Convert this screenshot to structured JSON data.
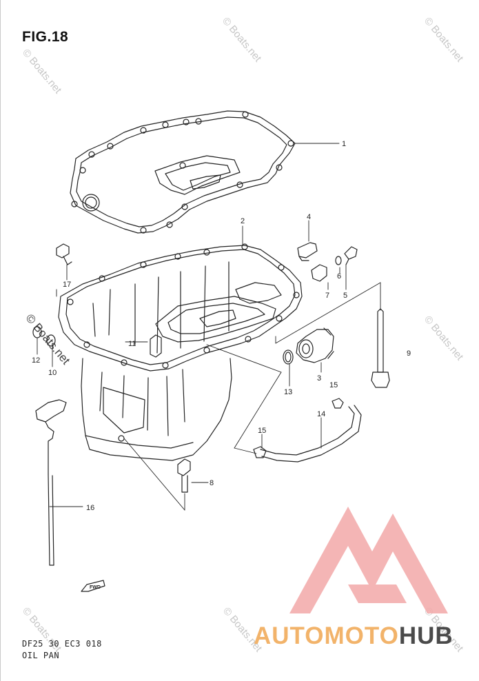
{
  "figure": {
    "title": "FIG.18",
    "code": "DF25 30 EC3  018",
    "name": "OIL PAN"
  },
  "watermark": "© Boats.net",
  "logo": {
    "part_a": "AUTOMOTO",
    "part_b": "HUB",
    "colors": {
      "triangle": "#f2a8a8",
      "text_a": "#f2b36a",
      "text_b": "#4a4a4a"
    }
  },
  "fwd_badge": "FWD",
  "callouts": {
    "c1": "1",
    "c2": "2",
    "c3": "3",
    "c4": "4",
    "c5": "5",
    "c6": "6",
    "c7": "7",
    "c8": "8",
    "c9": "9",
    "c10": "10",
    "c11": "11",
    "c12": "12",
    "c13": "13",
    "c14": "14",
    "c15a": "15",
    "c15b": "15",
    "c16": "16",
    "c17": "17"
  }
}
